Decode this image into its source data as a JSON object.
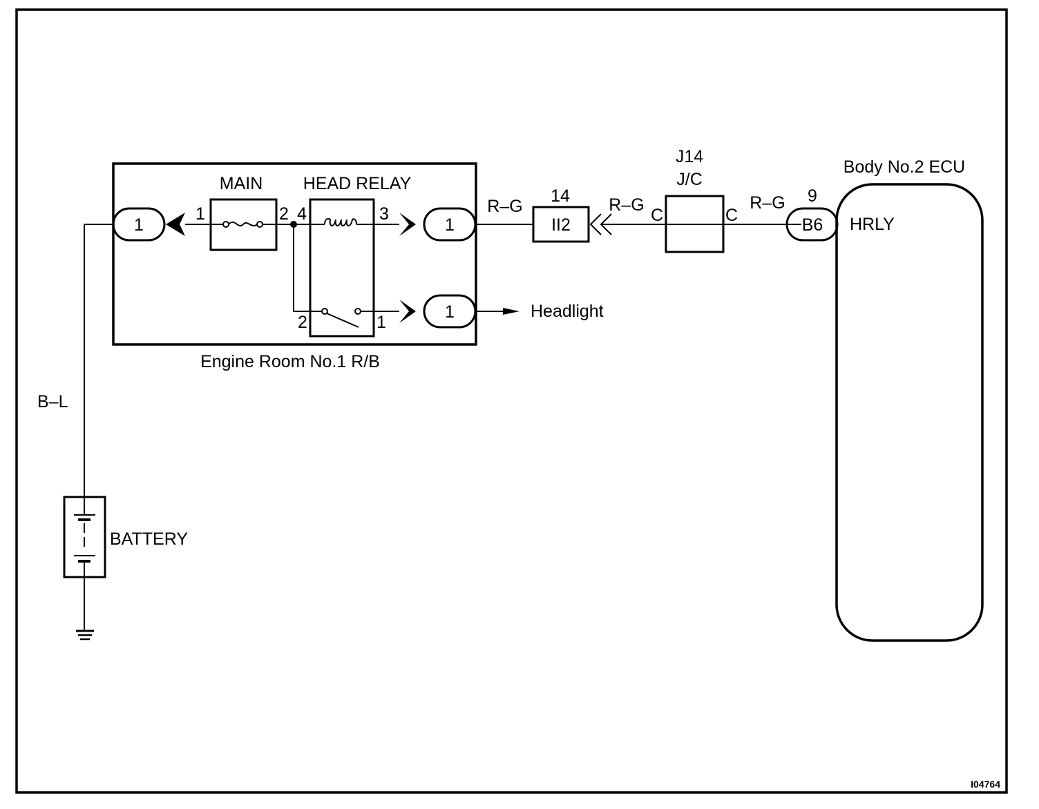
{
  "diagram": {
    "figure_id": "I04764",
    "engine_room_rb": {
      "label": "Engine Room No.1 R/B",
      "fuse_label": "MAIN",
      "relay_label": "HEAD RELAY",
      "left_connector_pin": "1",
      "upper_right_connector_pin": "1",
      "lower_right_connector_pin": "1",
      "fuse_pin_left": "1",
      "fuse_pin_right": "2",
      "relay_pin_coil_in": "4",
      "relay_pin_coil_out": "3",
      "relay_pin_switch_in": "2",
      "relay_pin_switch_out": "1"
    },
    "headlight_label": "Headlight",
    "battery": {
      "label": "BATTERY",
      "wire_color": "B–L"
    },
    "connector_ii2": {
      "label": "II2",
      "pin": "14",
      "wire_color_left": "R–G",
      "wire_color_right": "R–G"
    },
    "junction_connector": {
      "id": "J14",
      "type": "J/C",
      "pin_left": "C",
      "pin_right": "C",
      "wire_color_right": "R–G"
    },
    "ecu": {
      "label": "Body No.2 ECU",
      "connector": "B6",
      "pin": "9",
      "terminal": "HRLY"
    }
  }
}
